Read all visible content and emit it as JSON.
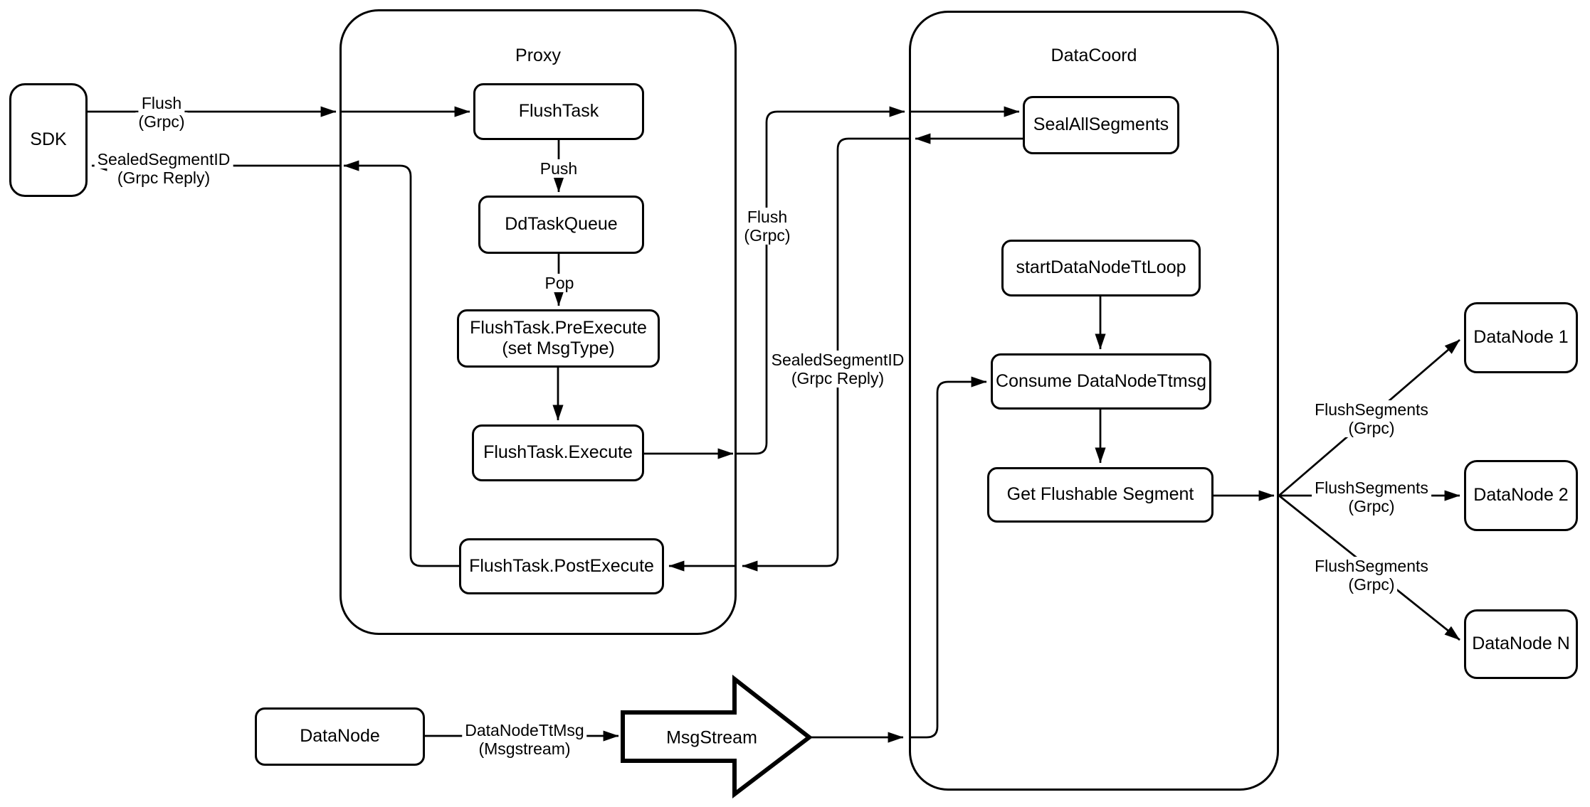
{
  "colors": {
    "stroke": "#000000",
    "canvas": "#ffffff"
  },
  "containers": {
    "proxy": {
      "label": "Proxy"
    },
    "datacoord": {
      "label": "DataCoord"
    }
  },
  "nodes": {
    "sdk": {
      "label": "SDK"
    },
    "flush_task": {
      "label": "FlushTask"
    },
    "dd_task_queue": {
      "label": "DdTaskQueue"
    },
    "flush_task_pre_execute": {
      "line1": "FlushTask.PreExecute",
      "line2": "(set MsgType)"
    },
    "flush_task_execute": {
      "label": "FlushTask.Execute"
    },
    "flush_task_post_execute": {
      "label": "FlushTask.PostExecute"
    },
    "seal_all_segments": {
      "label": "SealAllSegments"
    },
    "start_data_node_tt_loop": {
      "label": "startDataNodeTtLoop"
    },
    "consume_data_node_ttmsg": {
      "label": "Consume DataNodeTtmsg"
    },
    "get_flushable_segment": {
      "label": "Get Flushable Segment"
    },
    "data_node_1": {
      "label": "DataNode 1"
    },
    "data_node_2": {
      "label": "DataNode 2"
    },
    "data_node_n": {
      "label": "DataNode N"
    },
    "data_node": {
      "label": "DataNode"
    },
    "msg_stream": {
      "label": "MsgStream"
    }
  },
  "edge_labels": {
    "flush_sdk_proxy": {
      "line1": "Flush",
      "line2": "(Grpc)"
    },
    "sealed_segment_reply_sdk": {
      "line1": "SealedSegmentID",
      "line2": "(Grpc Reply)"
    },
    "push": {
      "label": "Push"
    },
    "pop": {
      "label": "Pop"
    },
    "flush_proxy_datacoord": {
      "line1": "Flush",
      "line2": "(Grpc)"
    },
    "sealed_segment_reply_datacoord": {
      "line1": "SealedSegmentID",
      "line2": "(Grpc Reply)"
    },
    "flush_segments_1": {
      "line1": "FlushSegments",
      "line2": "(Grpc)"
    },
    "flush_segments_2": {
      "line1": "FlushSegments",
      "line2": "(Grpc)"
    },
    "flush_segments_3": {
      "line1": "FlushSegments",
      "line2": "(Grpc)"
    },
    "data_node_tt_msg": {
      "line1": "DataNodeTtMsg",
      "line2": "(Msgstream)"
    }
  }
}
